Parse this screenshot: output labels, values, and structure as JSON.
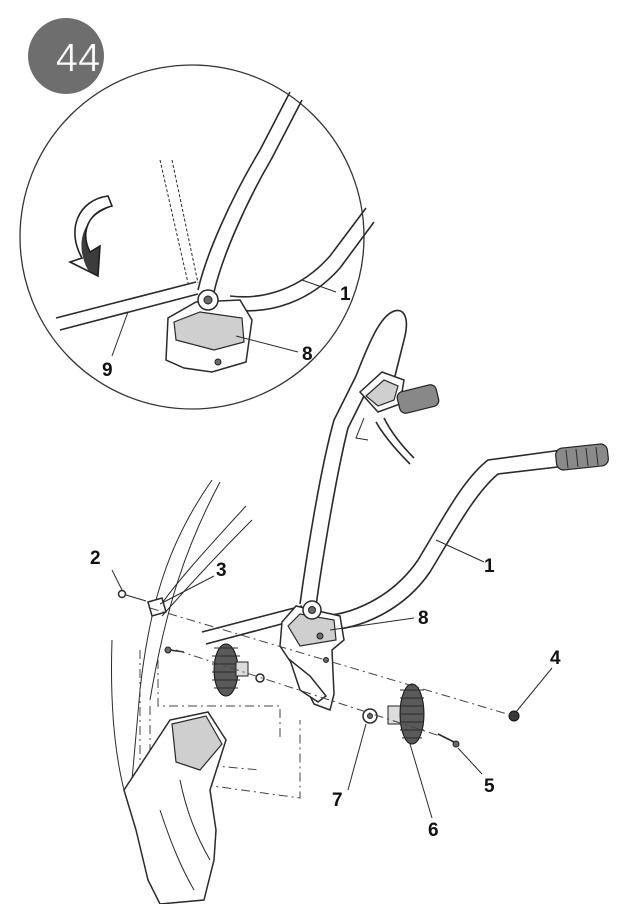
{
  "step_badge": {
    "number": "44",
    "color": "#6e6e6e"
  },
  "detail_callouts": [
    {
      "id": "d1",
      "label": "1"
    },
    {
      "id": "d8",
      "label": "8"
    },
    {
      "id": "d9",
      "label": "9"
    }
  ],
  "main_callouts": [
    {
      "id": "m1",
      "label": "1"
    },
    {
      "id": "m2",
      "label": "2"
    },
    {
      "id": "m3",
      "label": "3"
    },
    {
      "id": "m4",
      "label": "4"
    },
    {
      "id": "m5",
      "label": "5"
    },
    {
      "id": "m6",
      "label": "6"
    },
    {
      "id": "m7",
      "label": "7"
    },
    {
      "id": "m8",
      "label": "8"
    }
  ],
  "icons": [
    "rotate-arrow-icon"
  ]
}
